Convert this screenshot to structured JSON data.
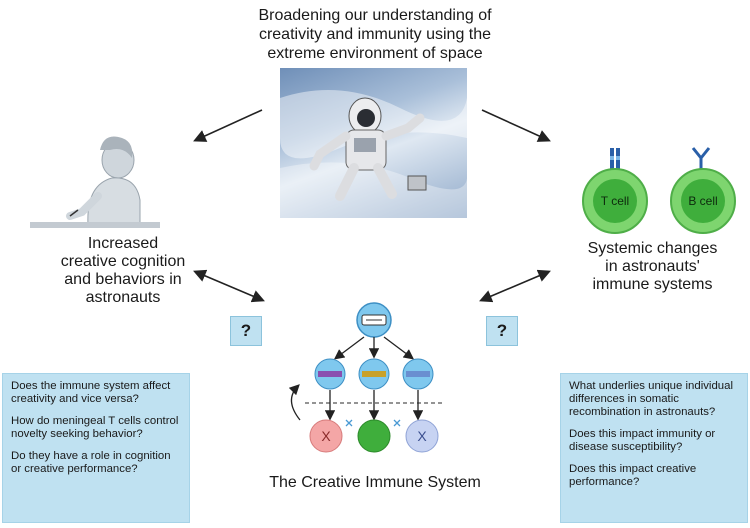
{
  "title": "Broadening our understanding of\ncreativity and immunity using the\nextreme environment of space",
  "left_heading": "Increased\ncreative cognition\nand behaviors in\nastronauts",
  "right_heading": "Systemic changes\nin astronauts'\nimmune systems",
  "center_caption": "The Creative Immune System",
  "question_mark": "?",
  "cells": {
    "t_cell": "T cell",
    "b_cell": "B cell"
  },
  "cross_mark": "X",
  "left_questions": [
    "Does the immune system affect creativity and vice versa?",
    "How do meningeal T cells control novelty seeking behavior?",
    "Do they have a role in cognition or creative performance?"
  ],
  "right_questions": [
    "What underlies unique individual differences in somatic recombination in astronauts?",
    "Does this impact immunity or disease susceptibility?",
    "Does this impact creative performance?"
  ],
  "colors": {
    "question_box": "#bfe1f1",
    "cell_green": "#7ed56f",
    "cell_red": "#f4a6a6",
    "cell_blue": "#c7d3f2"
  }
}
